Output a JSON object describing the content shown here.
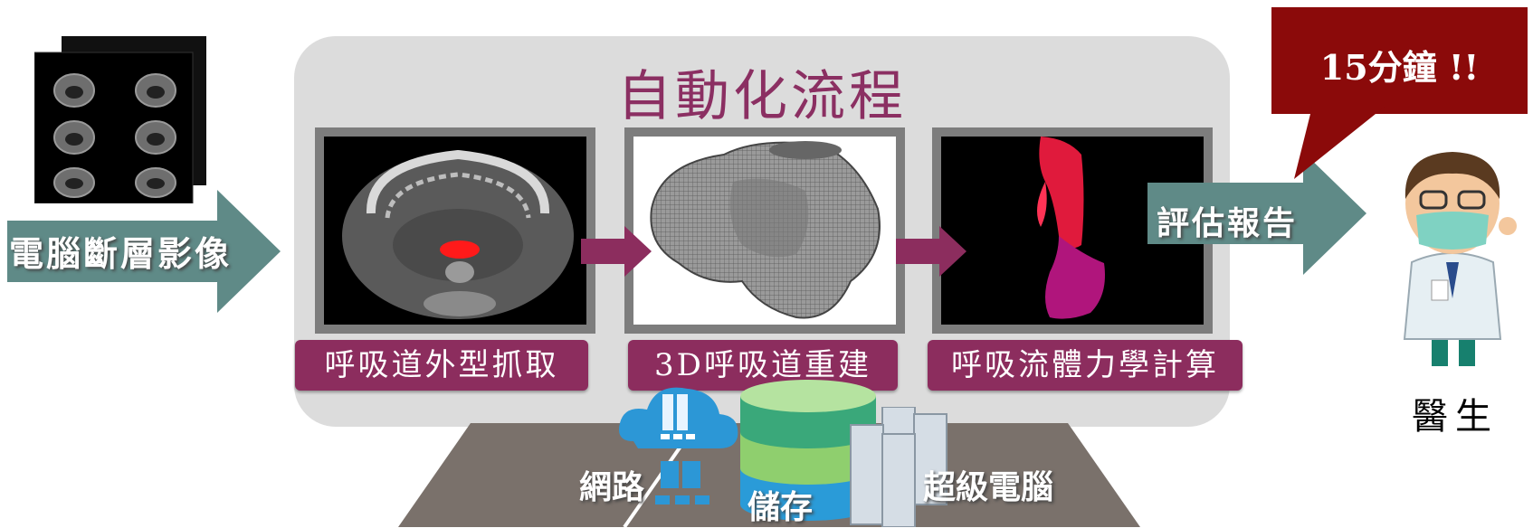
{
  "title": "自動化流程",
  "input": {
    "label": "電腦斷層影像"
  },
  "steps": [
    {
      "label": "呼吸道外型抓取"
    },
    {
      "label": "3D呼吸道重建"
    },
    {
      "label": "呼吸流體力學計算"
    }
  ],
  "output": {
    "label": "評估報告"
  },
  "callout": {
    "text": "15分鐘 !!"
  },
  "doctor": {
    "label": "醫生"
  },
  "infrastructure": {
    "network": "網路",
    "storage": "儲存",
    "supercomputer": "超級電腦"
  },
  "colors": {
    "arrow": "#5f8a87",
    "accent": "#8c2d5e",
    "callout": "#8b0a0a",
    "panel": "#dcdcdc",
    "road": "#7a716b"
  }
}
